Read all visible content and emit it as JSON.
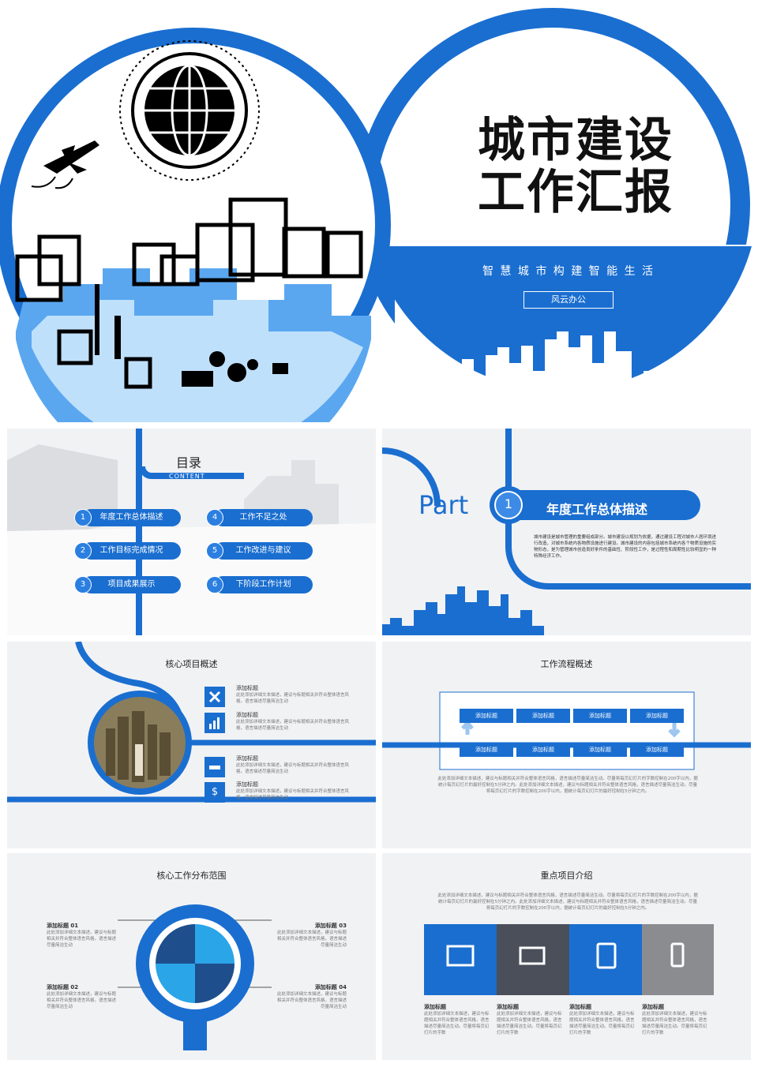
{
  "cover": {
    "title_line1": "城市建设",
    "title_line2": "工作汇报",
    "subtitle": "智 慧 城 市 构 建 智 能 生 活",
    "author_button": "风云办公"
  },
  "toc": {
    "title": "目录",
    "subtitle": "CONTENT",
    "items": [
      {
        "num": "1",
        "label": "年度工作总体描述"
      },
      {
        "num": "2",
        "label": "工作目标完成情况"
      },
      {
        "num": "3",
        "label": "项目成果展示"
      },
      {
        "num": "4",
        "label": "工作不足之处"
      },
      {
        "num": "5",
        "label": "工作改进与建议"
      },
      {
        "num": "6",
        "label": "下阶段工作计划"
      }
    ]
  },
  "part": {
    "word": "Part",
    "num": "1",
    "heading": "年度工作总体描述",
    "body": "城市建设是城市管理的重要组成部分。城市建设以规划为依据，通过建设工程对城市人居环境进行改造，对城市系统内各物质设施进行建设。城市建设的内容包括城市系统内各个物质设施的实物形态，是为管理城市创造良好条件的基础性、阶段性工作，是过程性和周期性比较明显的一种特殊经济工作。"
  },
  "core_projects": {
    "title": "核心项目概述",
    "items": [
      {
        "title": "添加标题",
        "text": "此处添加详细文本描述，建议与标题相关并符合整体语言风格，语言描述尽量简洁生动"
      },
      {
        "title": "添加标题",
        "text": "此处添加详细文本描述，建议与标题相关并符合整体语言风格，语言描述尽量简洁生动"
      },
      {
        "title": "添加标题",
        "text": "此处添加详细文本描述，建议与标题相关并符合整体语言风格，语言描述尽量简洁生动"
      },
      {
        "title": "添加标题",
        "text": "此处添加详细文本描述，建议与标题相关并符合整体语言风格，语言描述尽量简洁生动"
      }
    ]
  },
  "workflow": {
    "title": "工作流程概述",
    "top_arrows": [
      "添加标题",
      "添加标题",
      "添加标题",
      "添加标题"
    ],
    "bottom_arrows": [
      "添加标题",
      "添加标题",
      "添加标题",
      "添加标题"
    ],
    "body": "此处添加详细文本描述，建议与标题相关并符合整体语言风格，语言描述尽量简洁生动。尽量将每页幻灯片的字数控制在200字以内，据统计每页幻灯片的最好控制在5分钟之内。此处添加详细文本描述，建议与标题相关并符合整体语言风格，语言描述尽量简洁生动。尽量将每页幻灯片的字数控制在200字以内，据统计每页幻灯片的最好控制在5分钟之内。"
  },
  "distribution": {
    "title": "核心工作分布范围",
    "items": [
      {
        "title": "添加标题 01",
        "text": "此处添加详细文本描述，建议与标题相关并符合整体语言风格，语言描述尽量简洁生动"
      },
      {
        "title": "添加标题 02",
        "text": "此处添加详细文本描述，建议与标题相关并符合整体语言风格，语言描述尽量简洁生动"
      },
      {
        "title": "添加标题 03",
        "text": "此处添加详细文本描述，建议与标题相关并符合整体语言风格，语言描述尽量简洁生动"
      },
      {
        "title": "添加标题 04",
        "text": "此处添加详细文本描述，建议与标题相关并符合整体语言风格，语言描述尽量简洁生动"
      }
    ]
  },
  "key_projects": {
    "title": "重点项目介绍",
    "intro": "此处添加详细文本描述，建议与标题相关并符合整体语言风格，语言描述尽量简洁生动。尽量将每页幻灯片的字数控制在200字以内，据统计每页幻灯片的最好控制在5分钟之内。此处添加详细文本描述，建议与标题相关并符合整体语言风格，语言描述尽量简洁生动。尽量将每页幻灯片的字数控制在200字以内，据统计每页幻灯片的最好控制在5分钟之内。",
    "cards": [
      {
        "title": "添加标题",
        "text": "此处添加详细文本描述，建议与标题相关并符合整体语言风格，语言描述尽量简洁生动。尽量将每页幻灯片的字数"
      },
      {
        "title": "添加标题",
        "text": "此处添加详细文本描述，建议与标题相关并符合整体语言风格，语言描述尽量简洁生动。尽量将每页幻灯片的字数"
      },
      {
        "title": "添加标题",
        "text": "此处添加详细文本描述，建议与标题相关并符合整体语言风格，语言描述尽量简洁生动。尽量将每页幻灯片的字数"
      },
      {
        "title": "添加标题",
        "text": "此处添加详细文本描述，建议与标题相关并符合整体语言风格，语言描述尽量简洁生动。尽量将每页幻灯片的字数"
      }
    ]
  },
  "colors": {
    "accent": "#1a6ed0",
    "background": "#f1f2f4"
  }
}
